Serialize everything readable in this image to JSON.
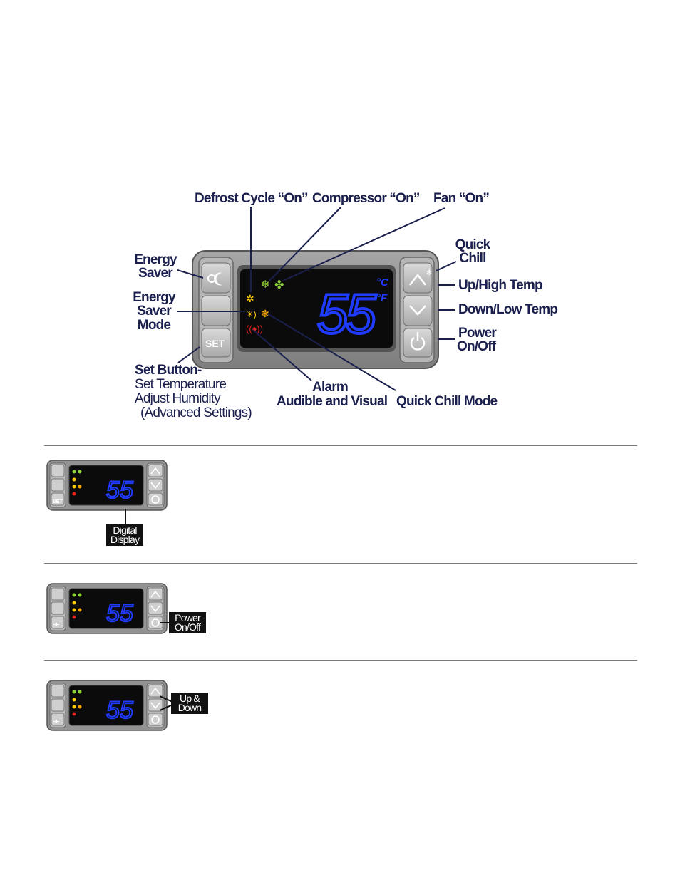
{
  "diagram": {
    "labels": {
      "defrost": "Defrost Cycle “On”",
      "compressor": "Compressor “On”",
      "fan": "Fan “On”",
      "energy_saver_1": "Energy",
      "energy_saver_2": "Saver",
      "energy_saver_mode_1": "Energy",
      "energy_saver_mode_2": "Saver",
      "energy_saver_mode_3": "Mode",
      "set_button_title": "Set Button-",
      "set_button_line1": "Set Temperature",
      "set_button_line2": "Adjust Humidity",
      "set_button_line3": "(Advanced Settings)",
      "quick_chill_1": "Quick",
      "quick_chill_2": "Chill",
      "up_high": "Up/High Temp",
      "down_low": "Down/Low Temp",
      "power_1": "Power",
      "power_2": "On/Off",
      "alarm_1": "Alarm",
      "alarm_2": "Audible and Visual",
      "quick_chill_mode": "Quick Chill Mode"
    },
    "display": {
      "temperature": "55",
      "unit_c": "°C",
      "unit_f": "°F",
      "set_label": "SET"
    }
  },
  "rows": [
    {
      "tag_line1": "Digital",
      "tag_line2": "Display"
    },
    {
      "tag_line1": "Power",
      "tag_line2": "On/Off"
    },
    {
      "tag_line1": "Up &",
      "tag_line2": "Down"
    }
  ],
  "colors": {
    "label_text": "#1a1f4d",
    "digit_blue": "#1f3bff",
    "panel_gray": "#8c8c8c",
    "screen_black": "#0b0b0b",
    "icon_green": "#8ed13a",
    "icon_yellow": "#ffcc00",
    "icon_orange": "#f2a300",
    "icon_red": "#e0231d"
  }
}
